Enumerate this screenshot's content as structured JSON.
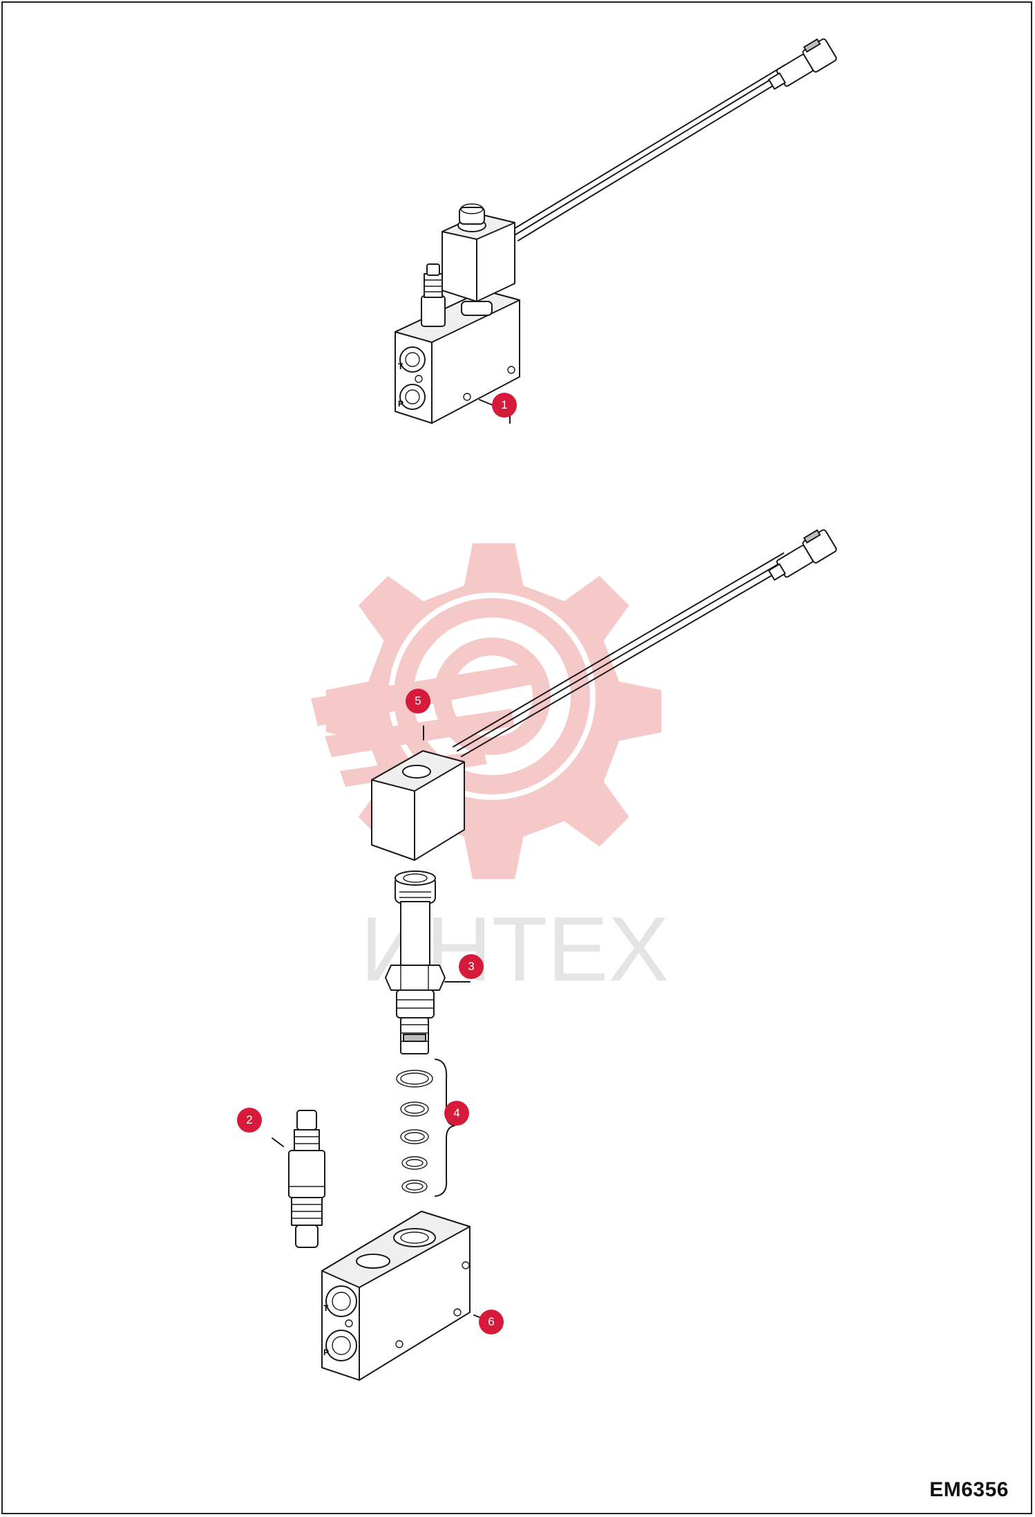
{
  "drawing_code": "EM6356",
  "watermark_text": "ИНТЕХ",
  "callouts": [
    {
      "label": "1",
      "description": "complete valve assembly"
    },
    {
      "label": "2",
      "description": "relief cartridge"
    },
    {
      "label": "3",
      "description": "solenoid valve cartridge"
    },
    {
      "label": "4",
      "description": "seal kit"
    },
    {
      "label": "5",
      "description": "solenoid coil"
    },
    {
      "label": "6",
      "description": "valve body"
    }
  ],
  "port_labels": {
    "tank": "T",
    "pressure": "P"
  },
  "colors": {
    "callout": "#d51a3a",
    "watermark": "#f2b7b7",
    "watermark_text": "#e4e4e4",
    "line": "#1a1a1a"
  }
}
